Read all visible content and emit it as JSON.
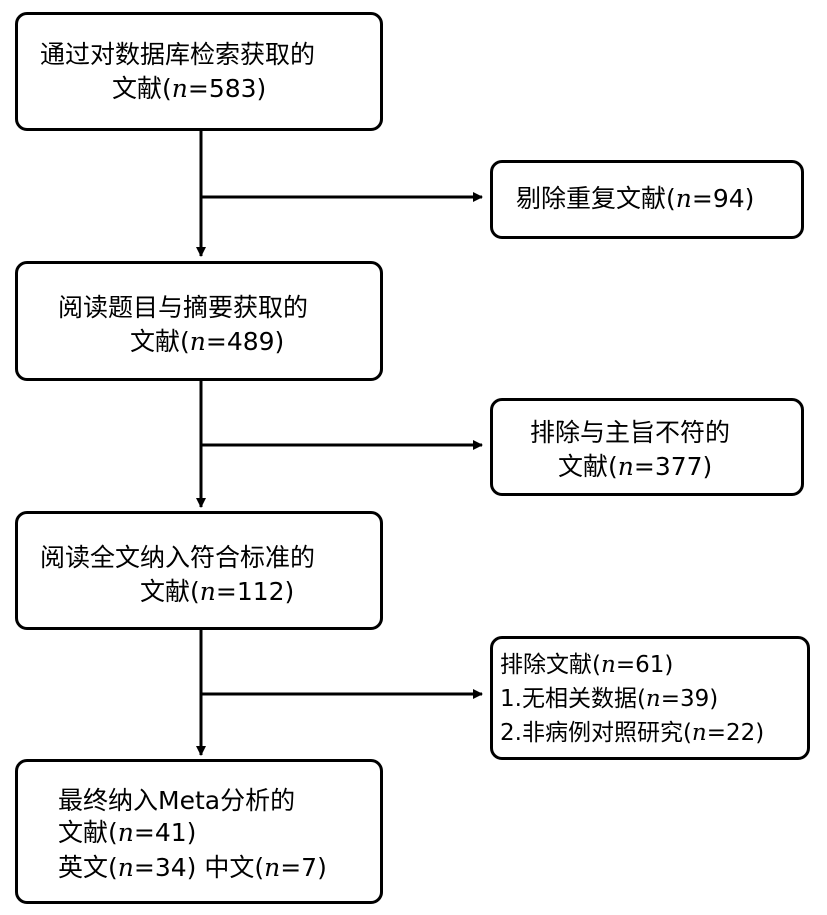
{
  "main_steps": [
    {
      "text_pre": "通过对数据库检索获取的",
      "line2_pre": "文献(",
      "n_label": "n",
      "line2_post": "=583)"
    },
    {
      "text_pre": "阅读题目与摘要获取的",
      "line2_pre": "文献(",
      "n_label": "n",
      "line2_post": "=489)"
    },
    {
      "text_pre": "阅读全文纳入符合标准的",
      "line2_pre": "文献(",
      "n_label": "n",
      "line2_post": "=112)"
    },
    {
      "text_pre": "最终纳入Meta分析的",
      "line2_pre": "文献(",
      "n_label": "n",
      "line2_post": "=41)",
      "line3_a_pre": "英文(",
      "line3_a_post": "=34)",
      "line3_b_pre": "中文(",
      "line3_b_post": "=7)"
    }
  ],
  "excluded": [
    {
      "line1_pre": "剔除重复文献(",
      "n_label": "n",
      "line1_post": "=94)"
    },
    {
      "line1": "排除与主旨不符的",
      "line2_pre": "文献(",
      "n_label": "n",
      "line2_post": "=377)"
    },
    {
      "line1_pre": "排除文献(",
      "n_label": "n",
      "line1_post": "=61)",
      "item1_pre": "1.无相关数据(",
      "item1_post": "=39)",
      "item2_pre": "2.非病例对照研究(",
      "item2_post": "=22)"
    }
  ]
}
